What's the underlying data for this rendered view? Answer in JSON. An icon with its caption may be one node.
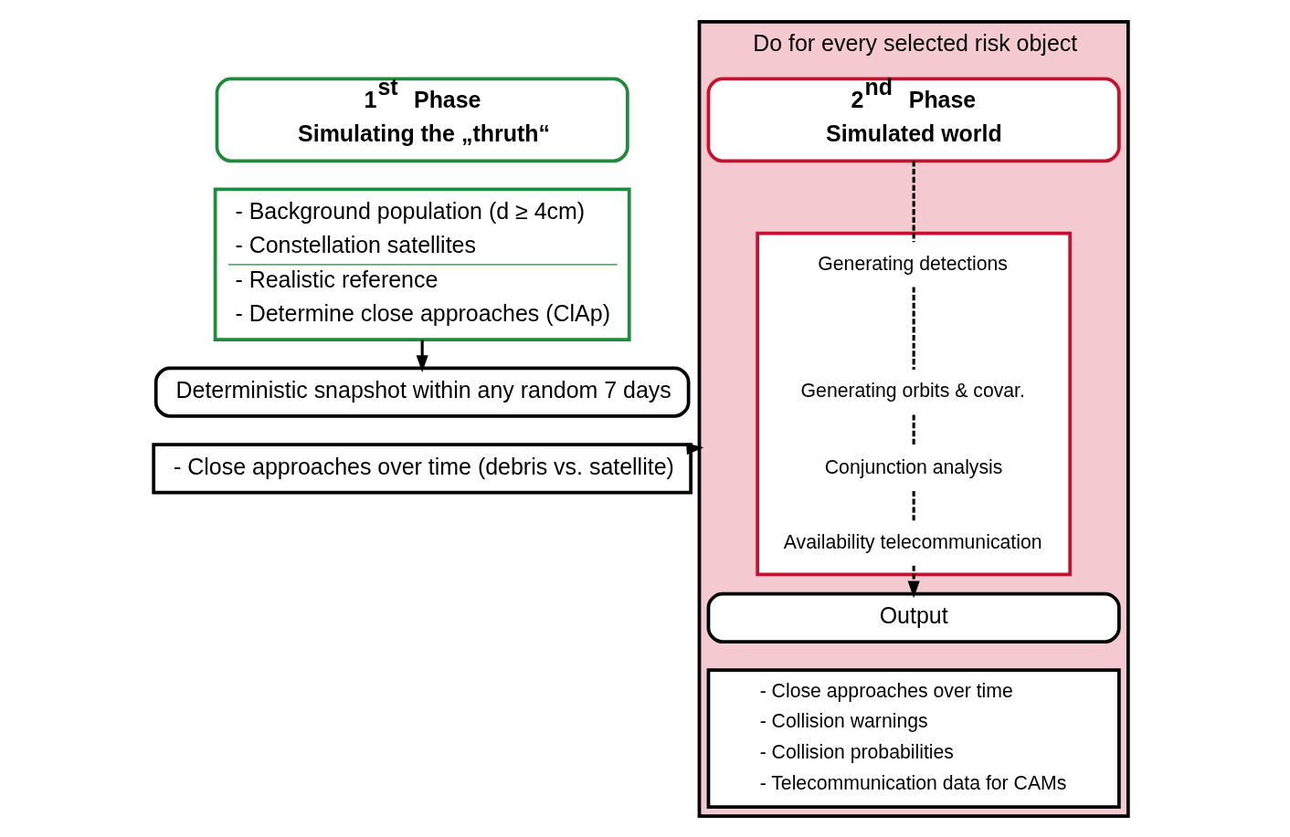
{
  "diagram": {
    "nodes": [
      {
        "text": [
          "Do for every selected risk object"
        ]
      },
      {
        "text": [
          "1$^{st}$ Phase",
          "Simulating the „thruth“"
        ]
      },
      {
        "text": [
          "- Background population (d ≥ 4cm)",
          "- Constellation satellites",
          "- Realistic reference",
          "- Determine close approaches (ClAp)"
        ]
      },
      {
        "text": [
          "Deterministic snapshot within any random 7 days"
        ]
      },
      {
        "text": [
          "- Close approaches over time (debris vs. satellite)"
        ]
      },
      {
        "text": [
          "2$^{nd}$ Phase",
          "Simulated world"
        ],
        "in": 0
      },
      {
        "text": [],
        "shape": "box",
        "in": 0
      },
      {
        "text": [
          "Generating detections"
        ],
        "in": 6
      },
      {
        "text": [
          "Generating orbits & covar."
        ],
        "in": 6
      },
      {
        "text": [
          "Conjunction analysis"
        ],
        "in": 6
      },
      {
        "text": [
          "Availability telecommunication"
        ],
        "in": 6
      },
      {
        "text": [
          "Output"
        ],
        "in": 0
      },
      {
        "text": [
          "- Close approaches over time",
          "- Collision warnings",
          "- Collision probabilities",
          "- Telecommunication data for CAMs"
        ],
        "in": 0
      }
    ],
    "edges": [
      {
        "from": 2,
        "to": 3,
        "arrow": "to"
      },
      {
        "from": 4,
        "to": 0,
        "arrow": "to"
      },
      {
        "from": 5,
        "to": 7,
        "arrow": "none",
        "style": "dashed"
      },
      {
        "from": 7,
        "to": 8,
        "arrow": "none",
        "style": "dashed"
      },
      {
        "from": 8,
        "to": 9,
        "arrow": "none",
        "style": "dashed"
      },
      {
        "from": 9,
        "to": 10,
        "arrow": "none",
        "style": "dashed"
      },
      {
        "from": 10,
        "to": 11,
        "arrow": "to",
        "style": "dashed"
      }
    ]
  }
}
